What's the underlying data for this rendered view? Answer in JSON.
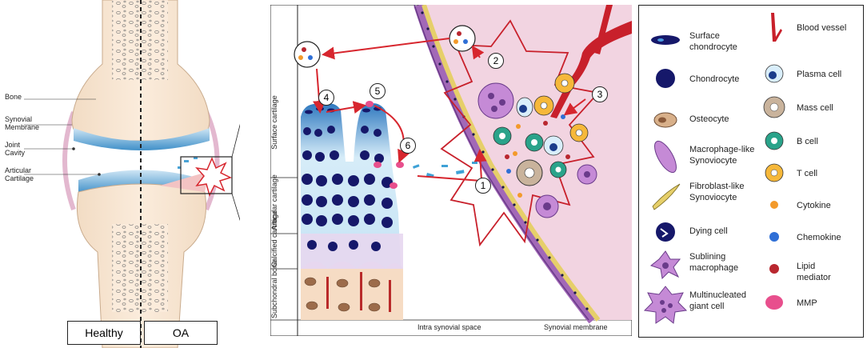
{
  "left_panel": {
    "labels": {
      "bone": "Bone",
      "synovial_membrane_1": "Synovial",
      "synovial_membrane_2": "Membrane",
      "joint_cavity_1": "Joint",
      "joint_cavity_2": "Cavity",
      "articular_cartilage_1": "Articular",
      "articular_cartilage_2": "Cartilage"
    },
    "healthy": "Healthy",
    "oa": "OA"
  },
  "middle_panel": {
    "zones": {
      "surface": "Surface cartilage",
      "articular": "Articular cartilage",
      "calcified": "Calcified cartilage",
      "subchondral": "Subchondral bone"
    },
    "bottom": {
      "intra": "Intra synovial space",
      "membrane": "Synovial membrane"
    },
    "steps": [
      "1",
      "2",
      "3",
      "4",
      "5",
      "6"
    ]
  },
  "legend": {
    "items_left": [
      {
        "l1": "Surface",
        "l2": "chondrocyte",
        "icon": "surface-chondrocyte-icon"
      },
      {
        "l1": "Chondrocyte",
        "l2": "",
        "icon": "chondrocyte-icon"
      },
      {
        "l1": "Osteocyte",
        "l2": "",
        "icon": "osteocyte-icon"
      },
      {
        "l1": "Macrophage-like",
        "l2": "Synoviocyte",
        "icon": "macrophage-synoviocyte-icon"
      },
      {
        "l1": "Fibroblast-like",
        "l2": "Synoviocyte",
        "icon": "fibroblast-synoviocyte-icon"
      },
      {
        "l1": "Dying cell",
        "l2": "",
        "icon": "dying-cell-icon"
      },
      {
        "l1": "Sublining",
        "l2": "macrophage",
        "icon": "sublining-macrophage-icon"
      },
      {
        "l1": "Multinucleated",
        "l2": "giant cell",
        "icon": "giant-cell-icon"
      }
    ],
    "items_right": [
      {
        "l1": "Blood vessel",
        "l2": "",
        "icon": "blood-vessel-icon"
      },
      {
        "l1": "Plasma cell",
        "l2": "",
        "icon": "plasma-cell-icon"
      },
      {
        "l1": "Mass cell",
        "l2": "",
        "icon": "mass-cell-icon"
      },
      {
        "l1": "B cell",
        "l2": "",
        "icon": "b-cell-icon"
      },
      {
        "l1": "T cell",
        "l2": "",
        "icon": "t-cell-icon"
      },
      {
        "l1": "Cytokine",
        "l2": "",
        "icon": "cytokine-icon"
      },
      {
        "l1": "Chemokine",
        "l2": "",
        "icon": "chemokine-icon"
      },
      {
        "l1": "Lipid",
        "l2": "mediator",
        "icon": "lipid-mediator-icon"
      },
      {
        "l1": "MMP",
        "l2": "",
        "icon": "mmp-icon"
      }
    ]
  }
}
